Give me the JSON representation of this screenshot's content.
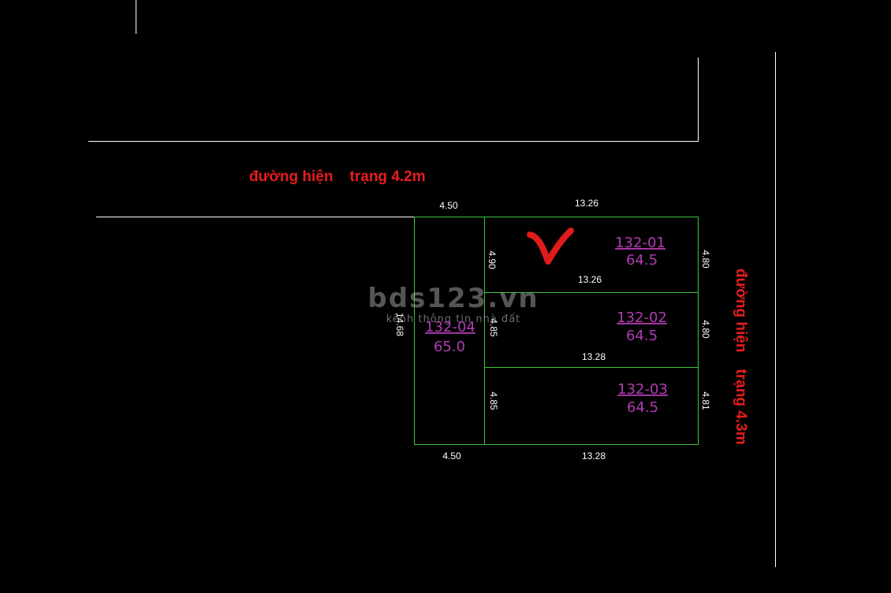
{
  "roads": {
    "top": "đường hiện    trạng 4.2m",
    "right": "đường hiện    trạng 4.3m"
  },
  "watermark": {
    "brand": "bds123.vn",
    "tagline": "kênh thông tin nhà đất"
  },
  "lots": [
    {
      "id": "132-01",
      "area": "64.5"
    },
    {
      "id": "132-02",
      "area": "64.5"
    },
    {
      "id": "132-03",
      "area": "64.5"
    },
    {
      "id": "132-04",
      "area": "65.0"
    }
  ],
  "dimensions": {
    "top_left": "4.50",
    "top_right": "13.26",
    "lot1_bottom": "13.26",
    "lot2_bottom": "13.28",
    "bottom_left": "4.50",
    "bottom_right": "13.28",
    "left_side": "14.68",
    "lot1_left": "4.90",
    "lot2_left": "4.85",
    "lot3_left": "4.85",
    "lot1_right": "4.80",
    "lot2_right": "4.80",
    "lot3_right": "4.81"
  },
  "colors": {
    "background": "#000000",
    "lot_outline": "#3cc43c",
    "road_label": "#e81d1d",
    "lot_text": "#b23bb2",
    "boundary_lines": "#ffffff",
    "check_mark": "#e01b1b"
  },
  "marker": {
    "icon": "check-mark-icon"
  }
}
